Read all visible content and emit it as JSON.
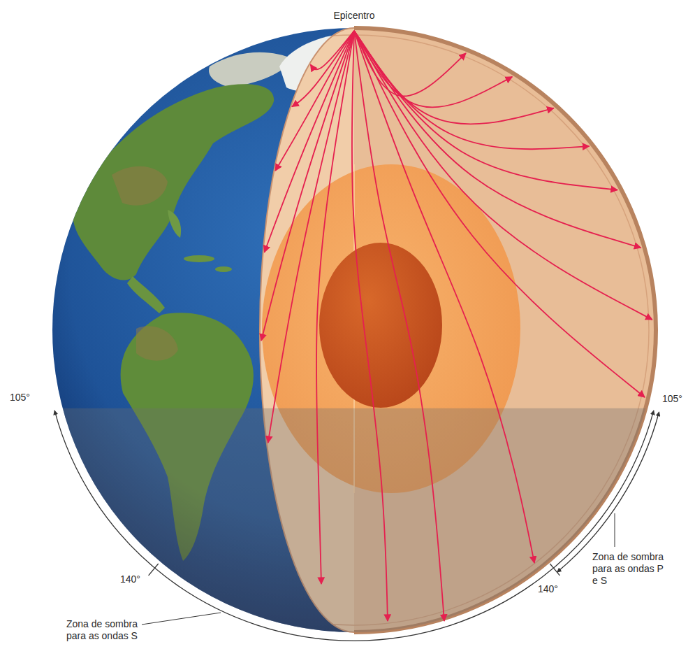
{
  "diagram": {
    "labels": [
      "Epicentro",
      "105°",
      "105°",
      "Zona de sombra para as ondas P e S",
      "140°",
      "140°",
      "Zona de sombra para as ondas S"
    ]
  }
}
